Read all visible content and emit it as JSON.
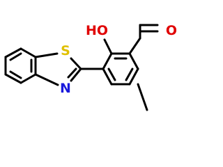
{
  "atoms": {
    "oh": {
      "label": "HO",
      "color": "#e00000"
    },
    "o": {
      "label": "O",
      "color": "#e00000"
    },
    "s": {
      "label": "S",
      "color": "#e0c000"
    },
    "n": {
      "label": "N",
      "color": "#1a1adc"
    }
  },
  "bond_color": "#000000"
}
